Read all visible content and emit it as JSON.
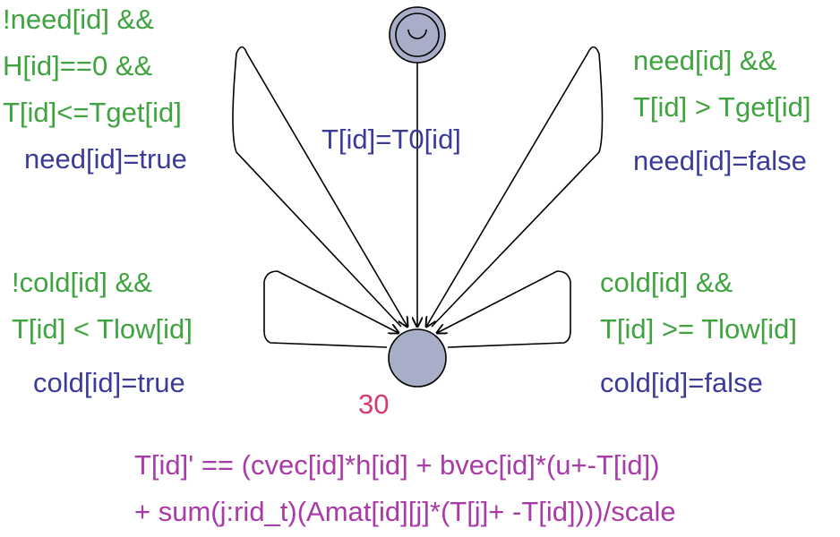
{
  "colors": {
    "guard": "#3fa33f",
    "assignment": "#3b3b9a",
    "invariant": "#a83ba8",
    "rate": "#d63a74",
    "location_fill": "#a8aec8",
    "edge": "#000000"
  },
  "initial_location": {
    "name": "",
    "marker": "initial-location-icon"
  },
  "main_location": {
    "name": "",
    "rate_label": "30"
  },
  "edges": {
    "init": {
      "assignment": "T[id]=T0[id]"
    },
    "need_true": {
      "guard_lines": [
        "!need[id] &&",
        "H[id]==0 &&",
        "T[id]<=Tget[id]"
      ],
      "assignment": "need[id]=true"
    },
    "need_false": {
      "guard_lines": [
        "need[id] &&",
        "T[id] > Tget[id]"
      ],
      "assignment": "need[id]=false"
    },
    "cold_true": {
      "guard_lines": [
        "!cold[id] &&",
        "T[id] < Tlow[id]"
      ],
      "assignment": "cold[id]=true"
    },
    "cold_false": {
      "guard_lines": [
        "cold[id] &&",
        "T[id] >= Tlow[id]"
      ],
      "assignment": "cold[id]=false"
    }
  },
  "invariant_lines": [
    "T[id]' == (cvec[id]*h[id] + bvec[id]*(u+-T[id])",
    "+ sum(j:rid_t)(Amat[id][j]*(T[j]+ -T[id])))/scale"
  ]
}
